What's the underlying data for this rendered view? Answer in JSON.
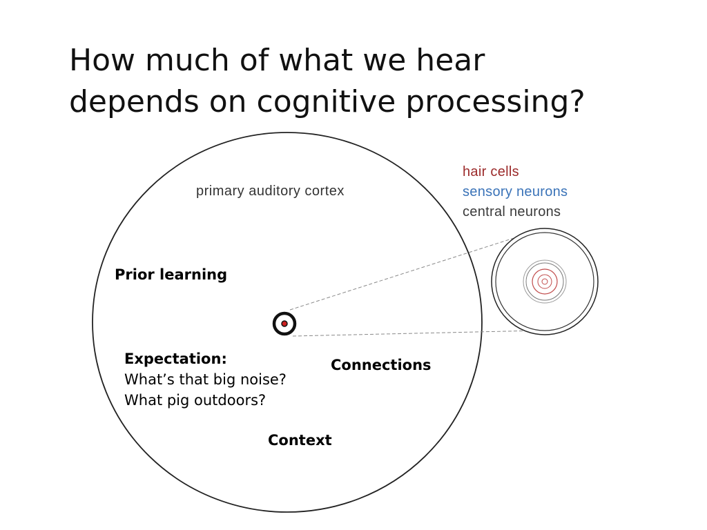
{
  "slide": {
    "title_line1": "How much of what we hear",
    "title_line2": "depends on cognitive processing?"
  },
  "diagram": {
    "cortex_label": "primary auditory cortex",
    "prior_learning": "Prior learning",
    "expectation_heading": "Expectation:",
    "expectation_line1": "What’s that big noise?",
    "expectation_line2": "What pig outdoors?",
    "connections": "Connections",
    "context": "Context"
  },
  "legend": {
    "items": [
      {
        "label": "hair cells",
        "color": "#9b2a2a"
      },
      {
        "label": "sensory neurons",
        "color": "#3a73b8"
      },
      {
        "label": "central neurons",
        "color": "#3a3a3a"
      }
    ]
  },
  "colors": {
    "outline": "#222222",
    "dot": "#cc1f1f",
    "dashed": "#888888",
    "ring_red": "#c04a4a",
    "ring_gray": "#999999"
  }
}
